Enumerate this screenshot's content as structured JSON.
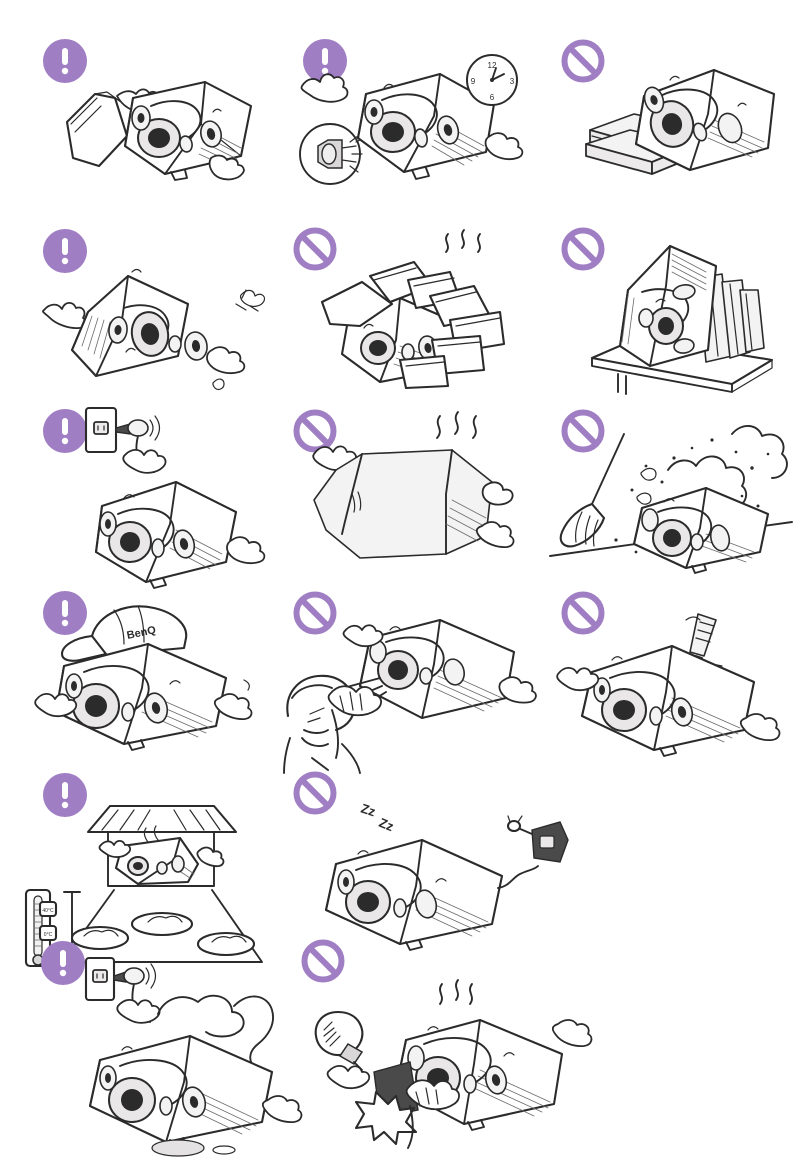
{
  "page": {
    "title": "Projector Safety Precautions Illustrations",
    "background_color": "#ffffff",
    "accent_color": "#a07ec4",
    "ink_color": "#2b2b2b",
    "columns": 3,
    "rows": 6
  },
  "icons": {
    "caution": {
      "name": "caution-exclamation-icon",
      "glyph": "!",
      "shape": "filled-circle",
      "color": "#a07ec4"
    },
    "prohibited": {
      "name": "prohibition-slash-icon",
      "glyph": "⊘",
      "shape": "ring-with-slash",
      "color": "#a07ec4"
    }
  },
  "panels": [
    {
      "id": "r1c1",
      "row": 1,
      "col": 1,
      "badge": "caution",
      "art_name": "projector-cleaning-lens-with-cloth",
      "description": "Projector being wiped with a cloth"
    },
    {
      "id": "r1c2",
      "row": 1,
      "col": 2,
      "badge": "caution",
      "art_name": "projector-lamp-replacement-after-cooling",
      "description": "Projector with lamp module callout and a clock",
      "clock": {
        "name": "wall-clock",
        "labels": [
          "12",
          "3",
          "6",
          "9"
        ],
        "hour_hand": "2",
        "minute_hand": "1"
      }
    },
    {
      "id": "r1c3",
      "row": 1,
      "col": 3,
      "badge": "prohibited",
      "art_name": "projector-stacked-on-books",
      "description": "Projector resting on a stack of books"
    },
    {
      "id": "r2c1",
      "row": 2,
      "col": 1,
      "badge": "caution",
      "art_name": "projector-tilted-on-side",
      "description": "Projector standing tilted on its side"
    },
    {
      "id": "r2c2",
      "row": 2,
      "col": 2,
      "badge": "prohibited",
      "art_name": "projector-buried-under-papers",
      "description": "Projector covered by scattered papers with heat rising"
    },
    {
      "id": "r2c3",
      "row": 2,
      "col": 3,
      "badge": "prohibited",
      "art_name": "projector-upright-between-books-on-table-edge",
      "description": "Projector standing upright wedged between books at the edge of a table"
    },
    {
      "id": "r3c1",
      "row": 3,
      "col": 1,
      "badge": "caution",
      "art_name": "projector-unplugging-power-cord-from-outlet",
      "description": "Projector pulling its plug out of a wall outlet"
    },
    {
      "id": "r3c2",
      "row": 3,
      "col": 2,
      "badge": "prohibited",
      "art_name": "projector-covered-with-cloth-overheating",
      "description": "Projector draped with a cloth while heat rises"
    },
    {
      "id": "r3c3",
      "row": 3,
      "col": 3,
      "badge": "prohibited",
      "art_name": "projector-in-dusty-environment-with-broom",
      "description": "Projector in a dusty room being swept with a broom"
    },
    {
      "id": "r4c1",
      "row": 4,
      "col": 1,
      "badge": "caution",
      "art_name": "projector-wearing-benq-cap",
      "description": "Projector wearing a branded baseball cap",
      "cap_text": "BenQ"
    },
    {
      "id": "r4c2",
      "row": 4,
      "col": 2,
      "badge": "prohibited",
      "art_name": "person-shielding-eyes-from-projector-beam",
      "description": "Person covering their eyes from the projector's bright lens beam"
    },
    {
      "id": "r4c3",
      "row": 4,
      "col": 3,
      "badge": "prohibited",
      "art_name": "projector-being-disassembled-with-screwdriver",
      "description": "Screwdriver opening the projector housing"
    },
    {
      "id": "r5c1",
      "row": 5,
      "col": 1,
      "badge": "caution",
      "art_name": "ceiling-mounted-projector-with-thermometer",
      "description": "Ceiling-mounted projector above clouds with a thermometer showing the operating temperature range",
      "thermometer": {
        "name": "temperature-gauge",
        "high_label": "40°C",
        "low_label": "0°C"
      }
    },
    {
      "id": "r5c2",
      "row": 5,
      "col": 2,
      "badge": "prohibited",
      "art_name": "projector-left-plugged-in-while-sleeping",
      "description": "Sleeping projector still connected to its power adapter",
      "sleep_text": "Zz"
    },
    {
      "id": "r6c1",
      "row": 6,
      "col": 1,
      "badge": "caution",
      "art_name": "projector-unplug-when-smoke-appears",
      "description": "Projector unplugging from the outlet while smoke rises"
    },
    {
      "id": "r6c2",
      "row": 6,
      "col": 2,
      "badge": "prohibited",
      "art_name": "do-not-touch-hot-lamp-with-bare-hand",
      "description": "Hand touching a hot lamp compartment causing a burn"
    }
  ]
}
